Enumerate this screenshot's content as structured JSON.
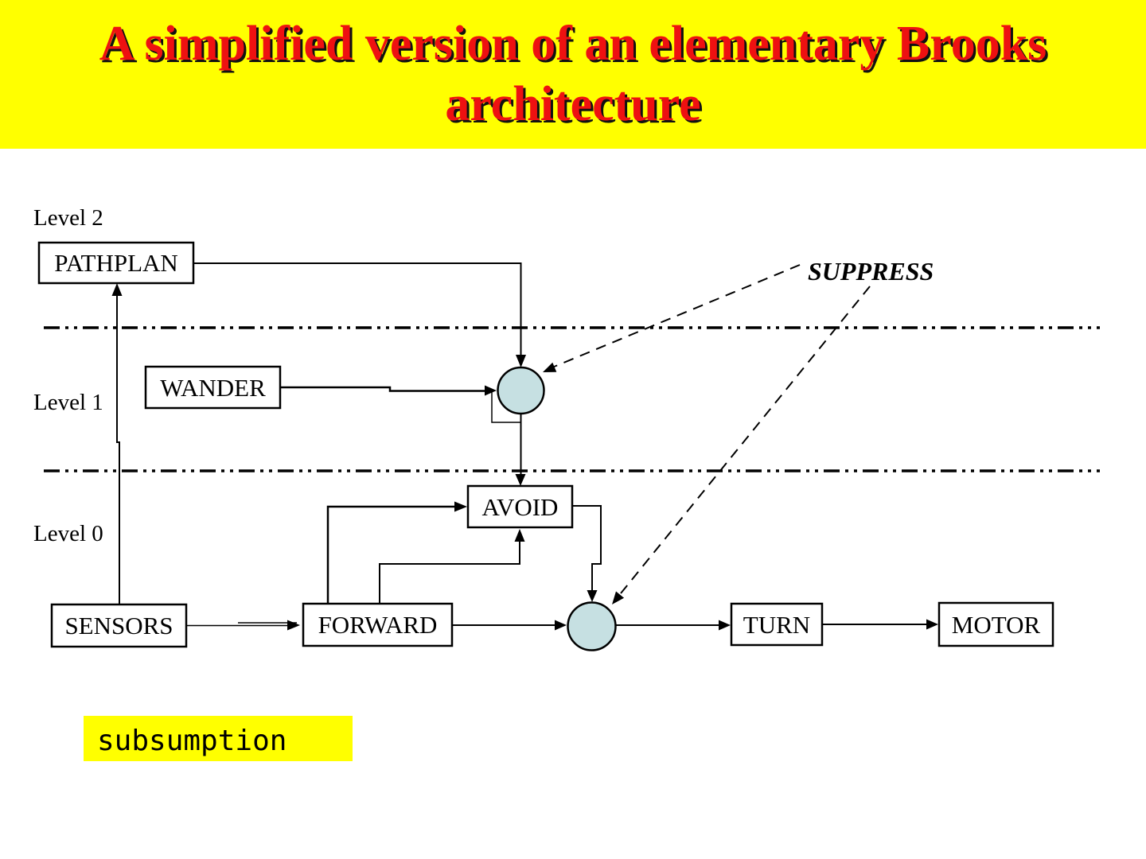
{
  "title": "A simplified version of an elementary Brooks architecture",
  "diagram": {
    "levels": [
      {
        "label": "Level 2"
      },
      {
        "label": "Level 1"
      },
      {
        "label": "Level 0"
      }
    ],
    "boxes": {
      "pathplan": "PATHPLAN",
      "wander": "WANDER",
      "avoid": "AVOID",
      "sensors": "SENSORS",
      "forward": "FORWARD",
      "turn": "TURN",
      "motor": "MOTOR"
    },
    "suppress_label": "SUPPRESS",
    "caption": "subsumption",
    "colors": {
      "banner_background": "#ffff00",
      "title_red": "#ee1111",
      "title_shadow": "#111111",
      "suppress_node_fill": "#c6e0e2",
      "caption_highlight": "#ffff00",
      "line_black": "#000000"
    }
  }
}
